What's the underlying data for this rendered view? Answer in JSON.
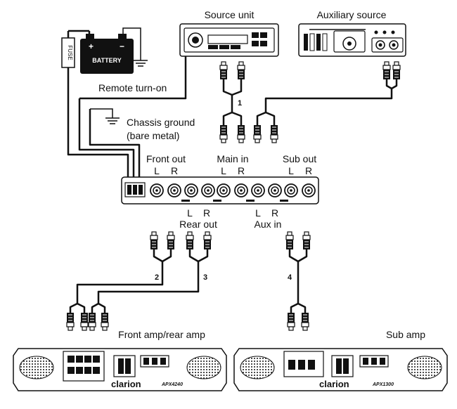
{
  "labels": {
    "source_unit": "Source unit",
    "auxiliary_source": "Auxiliary source",
    "remote_turn_on": "Remote turn-on",
    "chassis_ground": "Chassis ground",
    "bare_metal": "(bare metal)",
    "front_out": "Front out",
    "main_in": "Main in",
    "sub_out": "Sub out",
    "rear_out": "Rear out",
    "aux_in": "Aux in",
    "front_amp": "Front amp/rear amp",
    "sub_amp": "Sub amp",
    "battery": "BATTERY",
    "fuse": "FUSE",
    "plus": "+",
    "minus": "−",
    "L": "L",
    "R": "R"
  },
  "cables": {
    "c1": "1",
    "c2": "2",
    "c3": "3",
    "c4": "4"
  },
  "amps": {
    "front": {
      "brand": "clarion",
      "model": "APX4240"
    },
    "sub": {
      "brand": "clarion",
      "model": "APX1300"
    }
  },
  "colors": {
    "line": "#111111",
    "background": "#ffffff"
  }
}
